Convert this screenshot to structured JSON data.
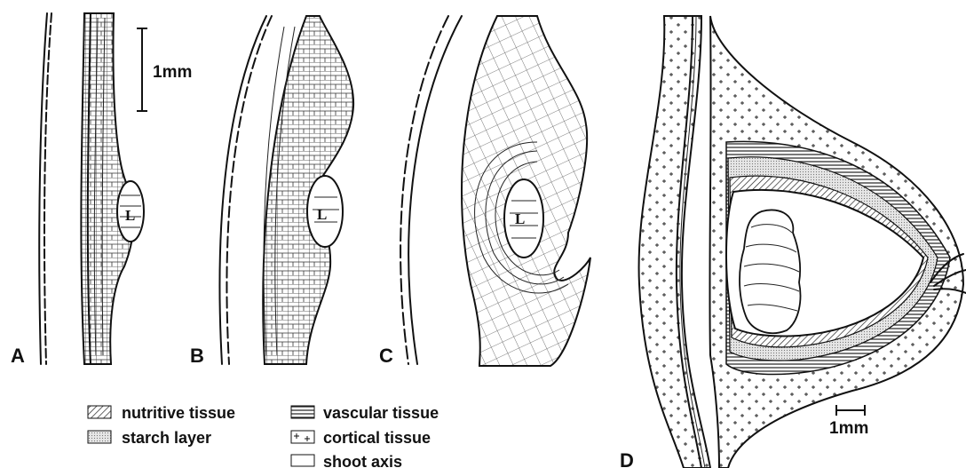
{
  "panels": {
    "A": {
      "label": "A",
      "larva_label": "L"
    },
    "B": {
      "label": "B",
      "larva_label": "L"
    },
    "C": {
      "label": "C",
      "larva_label": "L"
    },
    "D": {
      "label": "D"
    }
  },
  "scale_bars": {
    "top": "1mm",
    "bottom": "1mm"
  },
  "legend": [
    {
      "label": "nutritive tissue",
      "swatch": "hatched"
    },
    {
      "label": "starch layer",
      "swatch": "dotted"
    },
    {
      "label": "vascular tissue",
      "swatch": "lined"
    },
    {
      "label": "cortical tissue",
      "swatch": "crosses"
    },
    {
      "label": "shoot axis",
      "swatch": "blank"
    }
  ],
  "colors": {
    "ink": "#111111",
    "background": "#ffffff",
    "starch": "#cfcfcf"
  }
}
